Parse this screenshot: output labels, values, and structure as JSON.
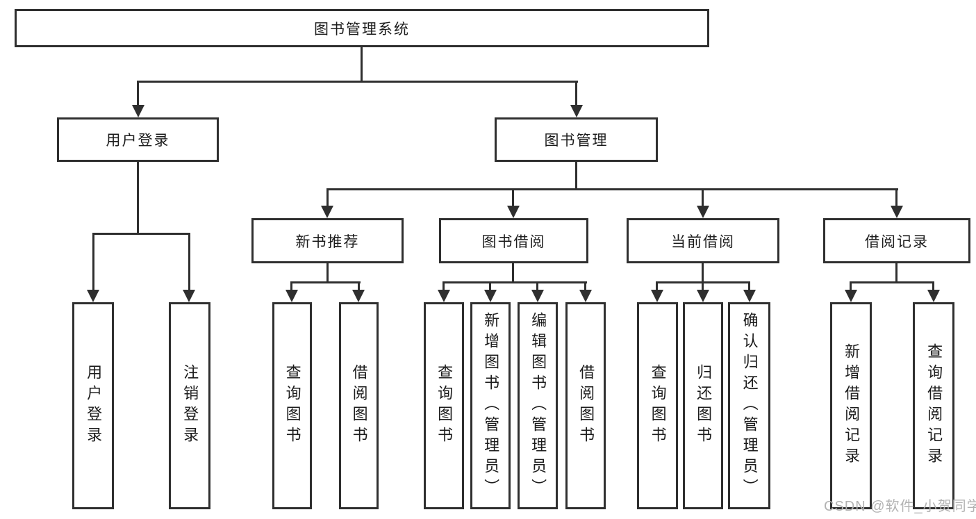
{
  "colors": {
    "line": "#2f2f2f",
    "box_border": "#2f2f2f",
    "text": "#1c1c1c",
    "background": "#ffffff",
    "watermark": "#b3b3b3"
  },
  "diagram": {
    "root": {
      "label": "图书管理系统"
    },
    "branches": [
      {
        "label": "用户登录",
        "children": [
          {
            "label": "用户登录"
          },
          {
            "label": "注销登录"
          }
        ]
      },
      {
        "label": "图书管理",
        "children": [
          {
            "label": "新书推荐",
            "children": [
              {
                "label": "查询图书"
              },
              {
                "label": "借阅图书"
              }
            ]
          },
          {
            "label": "图书借阅",
            "children": [
              {
                "label": "查询图书"
              },
              {
                "label": "新增图书（管理员）"
              },
              {
                "label": "编辑图书（管理员）"
              },
              {
                "label": "借阅图书"
              }
            ]
          },
          {
            "label": "当前借阅",
            "children": [
              {
                "label": "查询图书"
              },
              {
                "label": "归还图书"
              },
              {
                "label": "确认归还（管理员）"
              }
            ]
          },
          {
            "label": "借阅记录",
            "children": [
              {
                "label": "新增借阅记录"
              },
              {
                "label": "查询借阅记录"
              }
            ]
          }
        ]
      }
    ]
  },
  "watermark": {
    "text": "CSDN @软件_小贺同学"
  }
}
